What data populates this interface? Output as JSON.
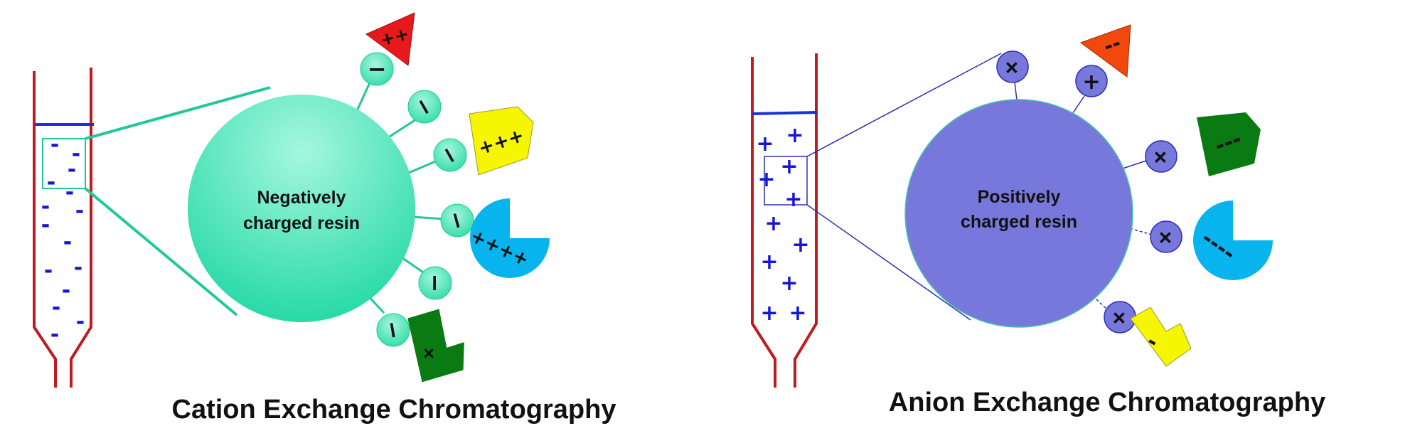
{
  "colors": {
    "column": "#c0191e",
    "column_top": "#1a32d8",
    "bead_charge": "#1515d8",
    "cation_resin_light": "#8ff4d6",
    "cation_resin_dark": "#20dca6",
    "cation_line": "#22c79a",
    "anion_resin": "#7878dc",
    "anion_line": "#2b2fb8",
    "red_shape": "#e8191c",
    "orange_shape": "#f2480c",
    "yellow_shape": "#f6f600",
    "blue_shape": "#07b4ee",
    "green_shape": "#0a7a12"
  },
  "cation": {
    "resin_label_line1": "Negatively",
    "resin_label_line2": "charged resin",
    "bead_symbol": "-",
    "ligand_symbol": "−",
    "title": "Cation Exchange Chromatography",
    "shapes": {
      "red": "++",
      "yellow": "+++",
      "blue": "++++",
      "green": "+"
    }
  },
  "anion": {
    "resin_label_line1": "Positively",
    "resin_label_line2": "charged resin",
    "bead_symbol": "+",
    "ligand_symbol": "+",
    "title": "Anion Exchange Chromatography",
    "shapes": {
      "orange": "--",
      "green": "---",
      "blue": "----",
      "yellow": "-"
    }
  }
}
